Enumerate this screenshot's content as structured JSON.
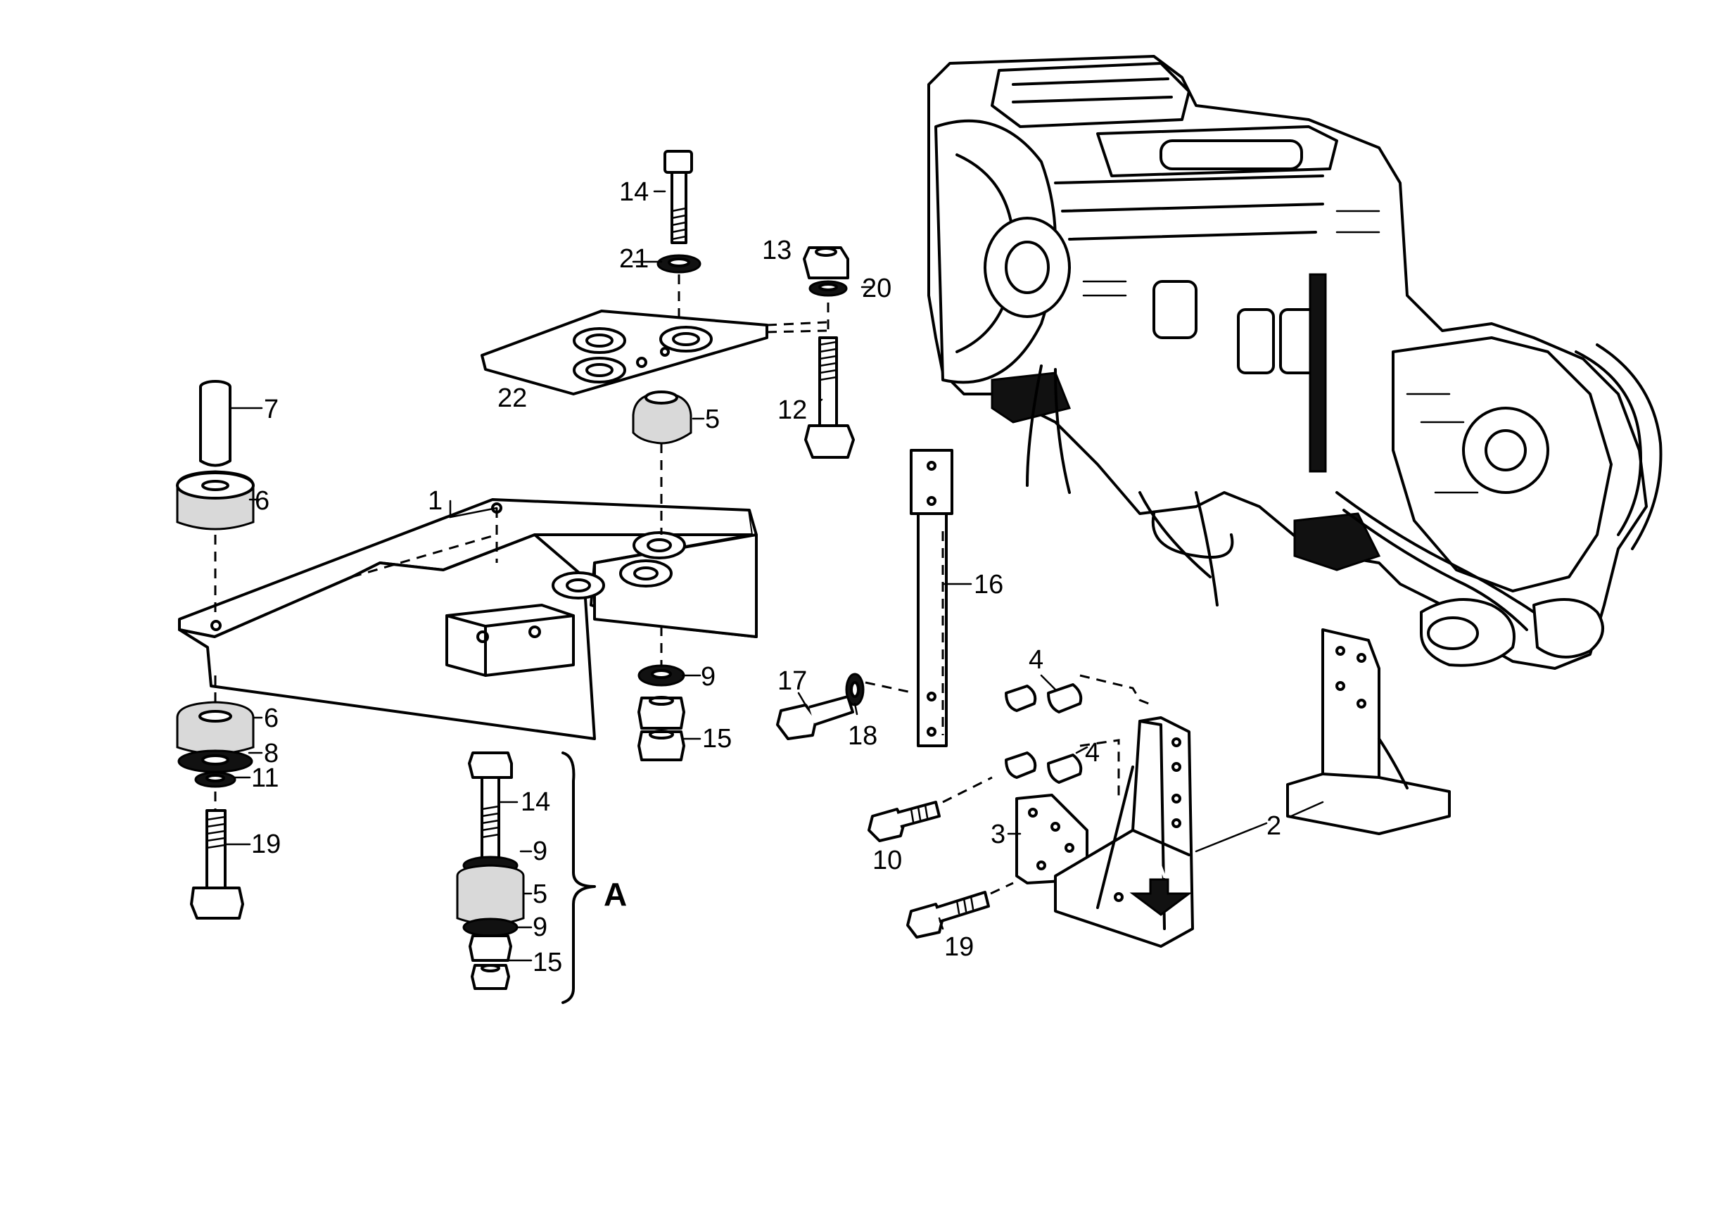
{
  "callouts": {
    "c1": "1",
    "c2": "2",
    "c3": "3",
    "c4a": "4",
    "c4b": "4",
    "c5a": "5",
    "c5b": "5",
    "c6a": "6",
    "c6b": "6",
    "c7": "7",
    "c8": "8",
    "c9a": "9",
    "c9b": "9",
    "c9c": "9",
    "c10": "10",
    "c11": "11",
    "c12": "12",
    "c13": "13",
    "c14a": "14",
    "c14b": "14",
    "c15a": "15",
    "c15b": "15",
    "c16": "16",
    "c17": "17",
    "c18": "18",
    "c19a": "19",
    "c19b": "19",
    "c20": "20",
    "c21": "21",
    "c22": "22"
  },
  "group_label": "A",
  "view_arrow_label": "A"
}
